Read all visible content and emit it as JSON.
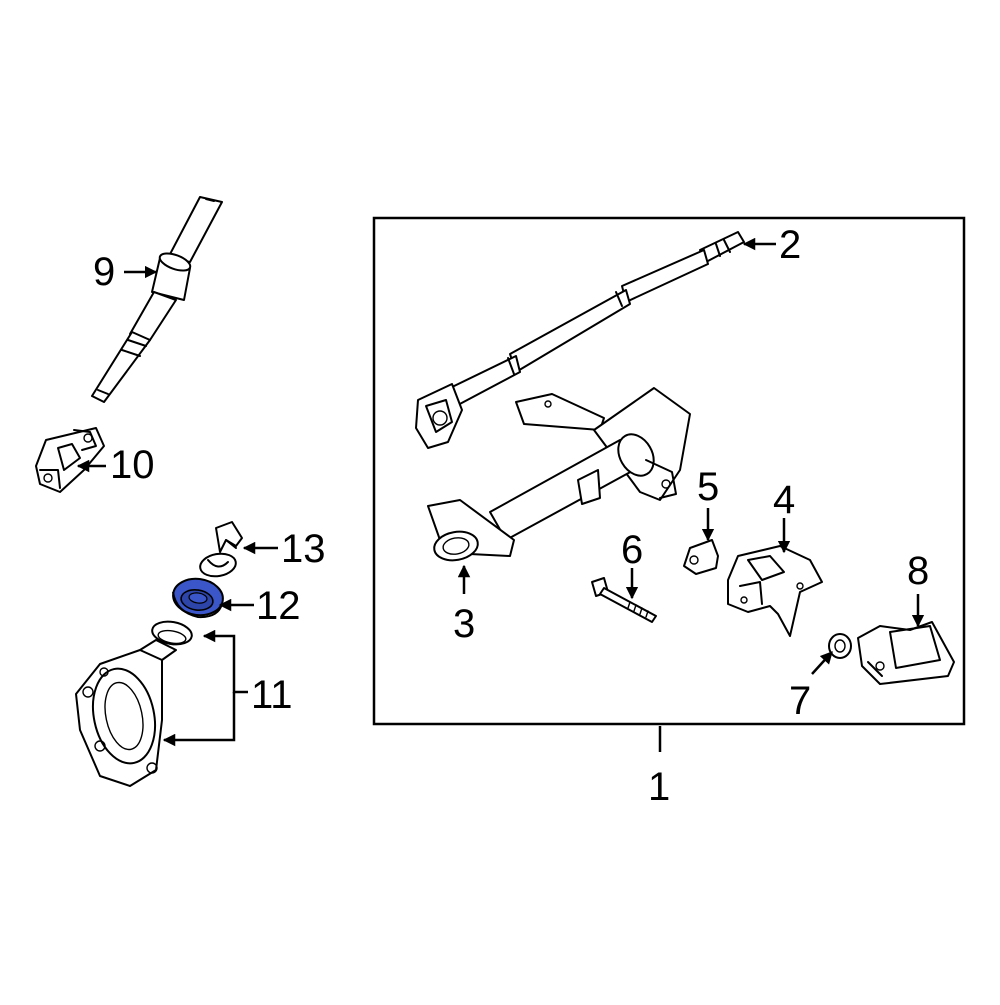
{
  "diagram": {
    "highlight_color": "#3b56c8",
    "line_color": "#000000",
    "background": "#ffffff",
    "callouts": {
      "c1": "1",
      "c2": "2",
      "c3": "3",
      "c4": "4",
      "c5": "5",
      "c6": "6",
      "c7": "7",
      "c8": "8",
      "c9": "9",
      "c10": "10",
      "c11": "11",
      "c12": "12",
      "c13": "13"
    },
    "highlighted_part": "12"
  }
}
